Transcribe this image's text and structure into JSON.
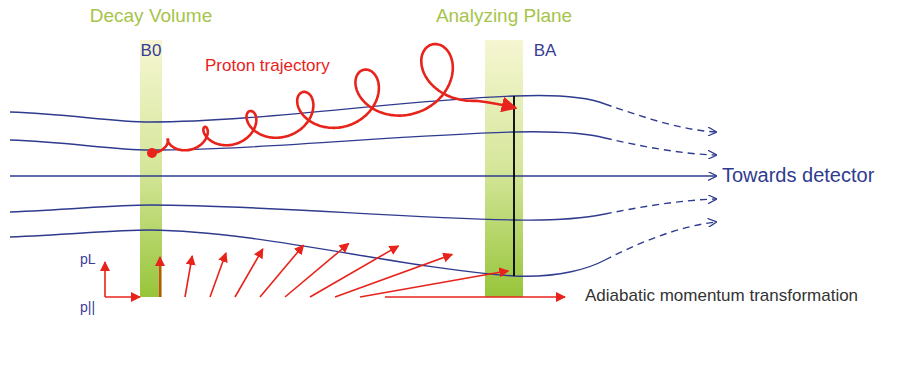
{
  "diagram": {
    "nodes": [
      {
        "text": [
          "Decay Volume",
          "B0"
        ]
      },
      {
        "text": [
          "Analyzing Plane",
          "BA"
        ]
      }
    ],
    "labels": [
      "Proton trajectory",
      "Towards detector",
      "pL",
      "p||",
      "Adiabatic momentum transformation"
    ]
  }
}
